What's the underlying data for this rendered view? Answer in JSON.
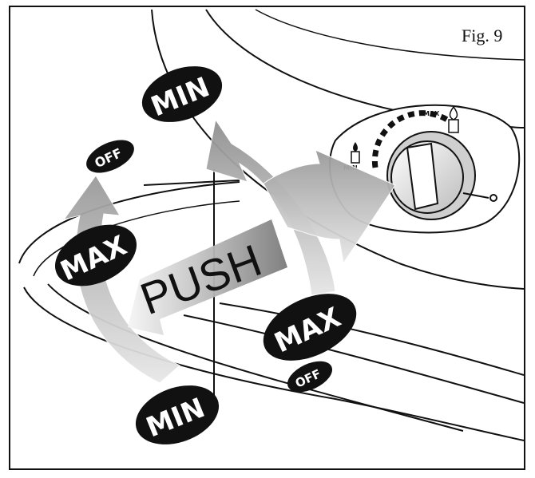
{
  "figure": {
    "label": "Fig. 9",
    "push_label": "PUSH",
    "labels": {
      "min_top": "MIN",
      "off_top": "OFF",
      "max_left": "MAX",
      "max_right": "MAX",
      "off_right": "OFF",
      "min_bottom": "MIN"
    },
    "knob": {
      "min_label": "MIN",
      "max_label": "MAX"
    }
  }
}
